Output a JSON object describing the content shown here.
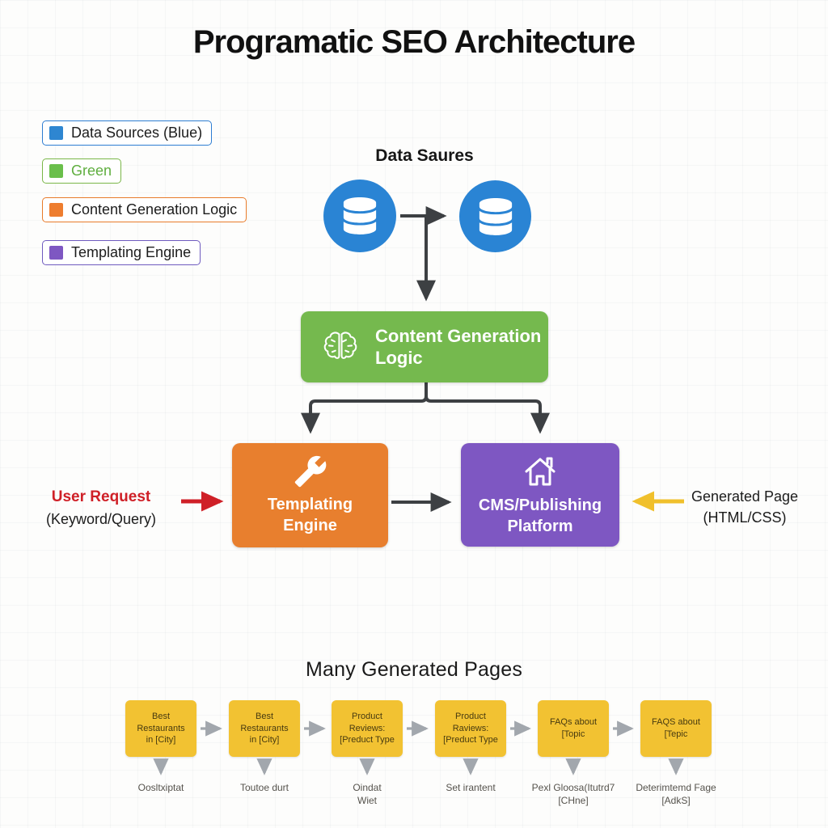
{
  "title": "Programatic SEO Architecture",
  "legend": {
    "items": [
      {
        "label": "Data Sources (Blue)",
        "color": "#2e86d1"
      },
      {
        "label": "Green",
        "color": "#6abf4b"
      },
      {
        "label": "Content Generation Logic",
        "color": "#ee7d2f"
      },
      {
        "label": "Templating Engine",
        "color": "#7e57c2"
      }
    ]
  },
  "flow": {
    "data_sources_label": "Data Saures",
    "content_generation": {
      "line1": "Content Generation",
      "line2": "Logic"
    },
    "templating": {
      "line1": "Templating",
      "line2": "Engine"
    },
    "cms": {
      "line1": "CMS/Publishing",
      "line2": "Platform"
    },
    "user_request": {
      "line1": "User Request",
      "line2": "(Keyword/Query)"
    },
    "generated_page": {
      "line1": "Generated Page",
      "line2": "(HTML/CSS)"
    }
  },
  "generated_pages": {
    "heading": "Many Generated Pages",
    "boxes": [
      {
        "label": "Best Restaurants\nin [City]",
        "caption": "Oosltxiptat"
      },
      {
        "label": "Best Restaurants\nin [City]",
        "caption": "Toutoe durt"
      },
      {
        "label": "Product Reviews:\n[Preduct Type",
        "caption": "Oindat\nWiet"
      },
      {
        "label": "Product Raviews:\n[Preduct Type",
        "caption": "Set irantent"
      },
      {
        "label": "FAQs about\n[Topic",
        "caption": "Pexl Gloosa(Itutrd7\n[CHne]"
      },
      {
        "label": "FAQS about\n[Tepic",
        "caption": "Deterimtemd Fage\n[AdkS]"
      }
    ]
  },
  "colors": {
    "blue": "#2a84d4",
    "green": "#75b94e",
    "orange": "#e87f2e",
    "purple": "#7e57c2",
    "yellow": "#f2c232",
    "red_arrow": "#cf2027",
    "yellow_arrow": "#f0c02c",
    "dark_arrow": "#3d4043",
    "gray_arrow": "#a2a7ad"
  }
}
